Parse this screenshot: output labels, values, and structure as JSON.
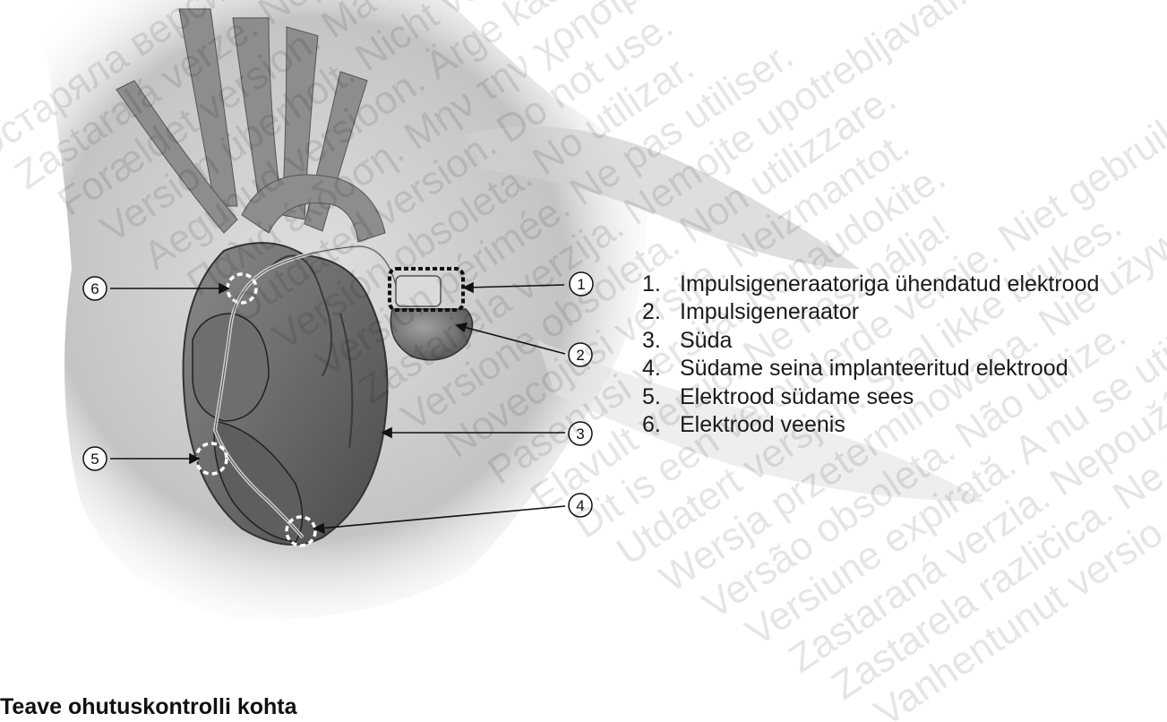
{
  "figure": {
    "callouts": [
      "1",
      "2",
      "3",
      "4",
      "5",
      "6"
    ]
  },
  "legend": [
    {
      "number": "1.",
      "text": "Impulsigeneraatoriga ühendatud elektrood"
    },
    {
      "number": "2.",
      "text": "Impulsigeneraator"
    },
    {
      "number": "3.",
      "text": "Süda"
    },
    {
      "number": "4.",
      "text": "Südame seina implanteeritud elektrood"
    },
    {
      "number": "5.",
      "text": "Elektrood südame sees"
    },
    {
      "number": "6.",
      "text": "Elektrood veenis"
    }
  ],
  "watermark_lines": [
    "Остаряла версия. Не използвайте.",
    "Zastaralá verze. Nepoužívat.",
    "Forældet version. Må ikke anvendes.",
    "Version überholt. Nicht verwenden.",
    "Aegunud versioon. Ärge kasutage.",
    "Παλιά έκδοση. Μην την χρησιμοποιείτε.",
    "Outdated version. Do not use.",
    "Versión obsoleta. No utilizar.",
    "Version périmée. Ne pas utiliser.",
    "Zastarjela verzija. Nemojte upotrebljavati.",
    "Versione obsoleta. Non utilizzare.",
    "Novecojusi versija. Neizmantot.",
    "Pasenusi versija. Nenaudokite.",
    "Elavult verzió. Ne használja!",
    "Dit is een verouderde versie. Niet gebruiken.",
    "Utdatert versjon. Skal ikke brukes.",
    "Wersja przeterminowana. Nie używać.",
    "Versão obsoleta. Não utilize.",
    "Versiune expirată. A nu se utiliza.",
    "Zastaraná verzia. Nepoužívať.",
    "Zastarela različica. Ne uporabite.",
    "Vanhentunut versio. Älä käytä."
  ],
  "section_heading": "Teave ohutuskontrolli kohta"
}
